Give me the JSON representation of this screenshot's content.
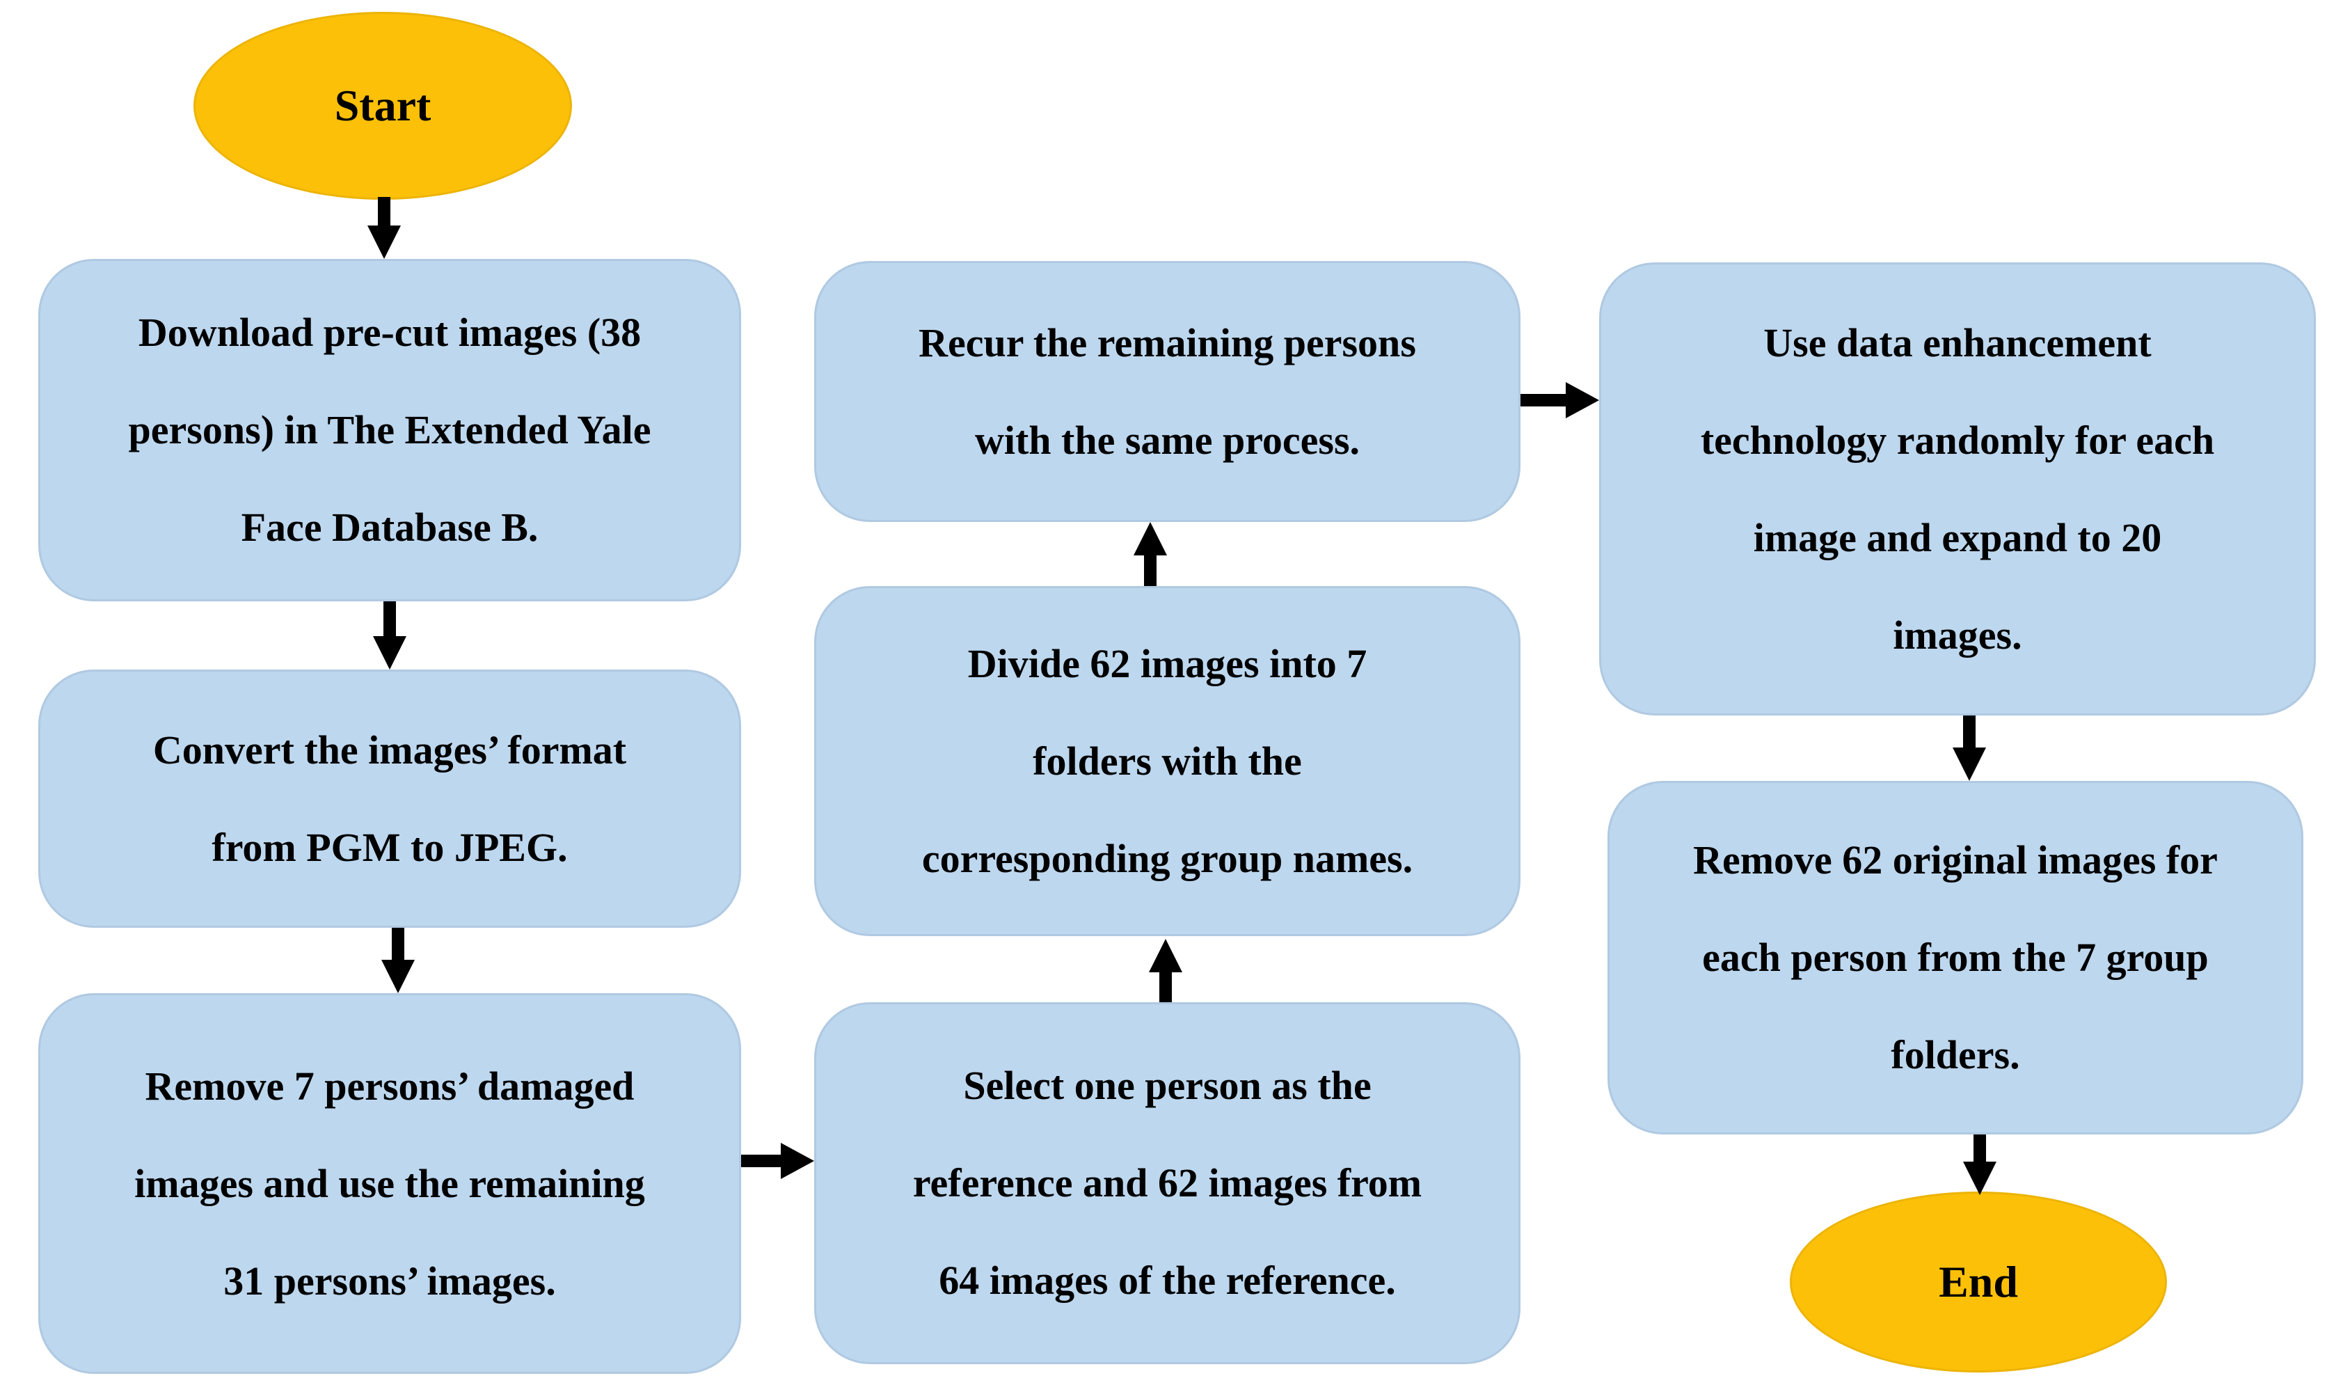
{
  "figure": {
    "type": "flowchart",
    "description": "Dataset preparation flowchart for The Extended Yale Face Database B"
  },
  "colors": {
    "background": "#FFFFFF",
    "process_fill": "#BDD7EE",
    "process_edge": "#B0C9E2",
    "terminal_fill": "#FDC008",
    "terminal_edge": "#ECB408",
    "arrow": "#000000",
    "text": "#000000"
  },
  "nodes": {
    "start": {
      "shape": "terminal",
      "label": "Start"
    },
    "download": {
      "shape": "process",
      "lines": [
        "Download pre-cut images (38",
        "persons) in The Extended Yale",
        "Face Database B."
      ]
    },
    "convert": {
      "shape": "process",
      "lines": [
        "Convert the images’ format",
        "from PGM to JPEG."
      ]
    },
    "remove_damaged": {
      "shape": "process",
      "lines": [
        "Remove 7 persons’ damaged",
        "images and use the remaining",
        "31 persons’ images."
      ]
    },
    "select_reference": {
      "shape": "process",
      "lines": [
        "Select one person as the",
        "reference and 62 images from",
        "64 images of the reference."
      ]
    },
    "divide_images": {
      "shape": "process",
      "lines": [
        "Divide 62 images into 7",
        "folders with the",
        "corresponding group names."
      ]
    },
    "recur_persons": {
      "shape": "process",
      "lines": [
        "Recur the remaining persons",
        "with the same process."
      ]
    },
    "data_enhancement": {
      "shape": "process",
      "lines": [
        "Use data enhancement",
        "technology randomly for each",
        "image and expand to 20",
        "images."
      ]
    },
    "remove_original": {
      "shape": "process",
      "lines": [
        "Remove 62 original images for",
        "each person from the 7 group",
        "folders."
      ]
    },
    "end": {
      "shape": "terminal",
      "label": "End"
    }
  },
  "edges": [
    {
      "from": "start",
      "to": "download",
      "direction": "down"
    },
    {
      "from": "download",
      "to": "convert",
      "direction": "down"
    },
    {
      "from": "convert",
      "to": "remove_damaged",
      "direction": "down"
    },
    {
      "from": "remove_damaged",
      "to": "select_reference",
      "direction": "right"
    },
    {
      "from": "select_reference",
      "to": "divide_images",
      "direction": "up"
    },
    {
      "from": "divide_images",
      "to": "recur_persons",
      "direction": "up"
    },
    {
      "from": "recur_persons",
      "to": "data_enhancement",
      "direction": "right"
    },
    {
      "from": "data_enhancement",
      "to": "remove_original",
      "direction": "down"
    },
    {
      "from": "remove_original",
      "to": "end",
      "direction": "down"
    }
  ]
}
